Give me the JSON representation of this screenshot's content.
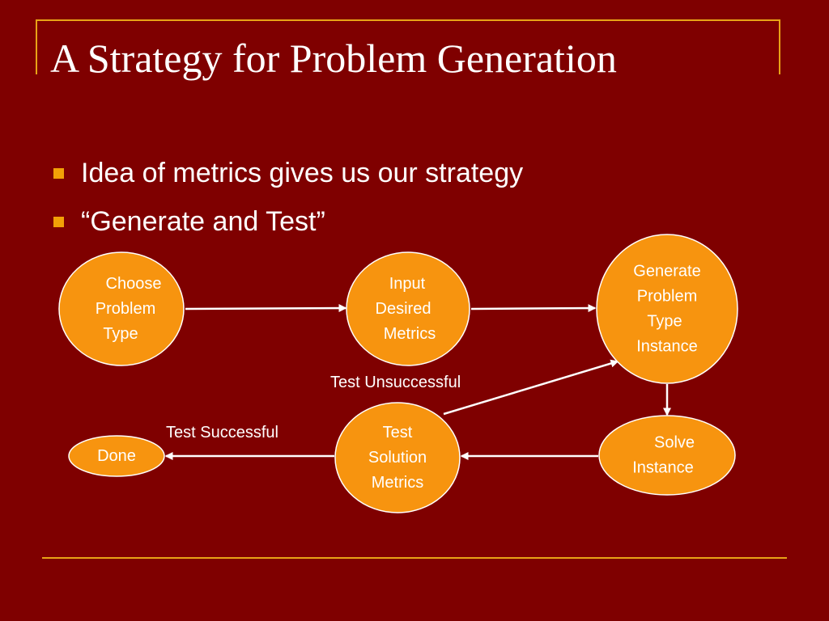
{
  "slide": {
    "title": "A Strategy for Problem Generation",
    "bullets": [
      "Idea of metrics gives us our strategy",
      "“Generate and Test”"
    ]
  },
  "colors": {
    "background": "#7f0000",
    "accent_line": "#e8a317",
    "bullet_marker": "#f2a007",
    "node_fill": "#f7940f",
    "text": "#ffffff"
  },
  "diagram": {
    "nodes": {
      "choose": {
        "lines": [
          "Choose",
          "Problem",
          "Type"
        ]
      },
      "input": {
        "lines": [
          "Input",
          "Desired",
          "Metrics"
        ]
      },
      "generate": {
        "lines": [
          "Generate",
          "Problem",
          "Type",
          "Instance"
        ]
      },
      "solve": {
        "lines": [
          "Solve",
          "Instance"
        ]
      },
      "test": {
        "lines": [
          "Test",
          "Solution",
          "Metrics"
        ]
      },
      "done": {
        "lines": [
          "Done"
        ]
      }
    },
    "edges": [
      {
        "from": "choose",
        "to": "input",
        "label": ""
      },
      {
        "from": "input",
        "to": "generate",
        "label": ""
      },
      {
        "from": "generate",
        "to": "solve",
        "label": ""
      },
      {
        "from": "solve",
        "to": "test",
        "label": ""
      },
      {
        "from": "test",
        "to": "generate",
        "label": "Test Unsuccessful"
      },
      {
        "from": "test",
        "to": "done",
        "label": "Test Successful"
      }
    ]
  }
}
